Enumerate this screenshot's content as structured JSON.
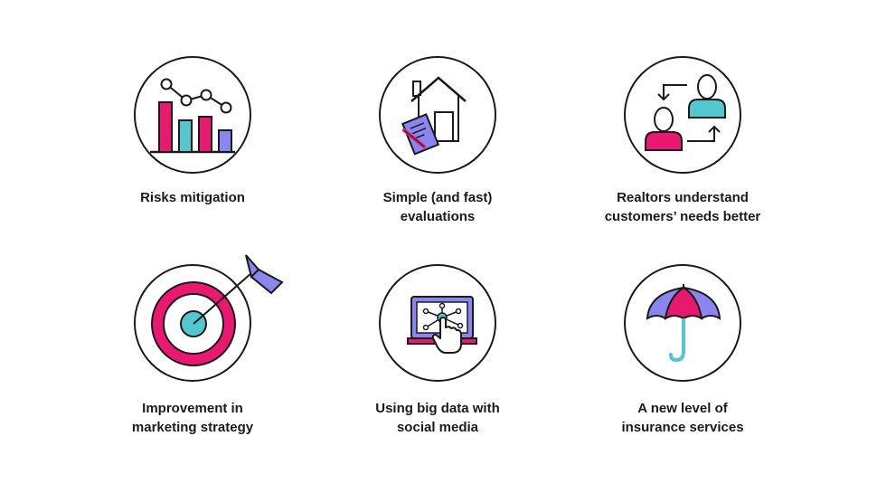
{
  "colors": {
    "outline": "#1a1a1a",
    "pink": "#e8196e",
    "teal": "#52c7d0",
    "purple": "#8b86ef"
  },
  "items": [
    {
      "icon": "bar-chart-icon",
      "lines": [
        "Risks mitigation"
      ]
    },
    {
      "icon": "house-document-icon",
      "lines": [
        "Simple (and fast)",
        "evaluations"
      ]
    },
    {
      "icon": "people-exchange-icon",
      "lines": [
        "Realtors understand",
        "customers’ needs better"
      ]
    },
    {
      "icon": "target-arrow-icon",
      "lines": [
        "Improvement in",
        "marketing strategy"
      ]
    },
    {
      "icon": "laptop-network-icon",
      "lines": [
        "Using big data with",
        "social media"
      ]
    },
    {
      "icon": "umbrella-icon",
      "lines": [
        "A new level of",
        "insurance services"
      ]
    }
  ]
}
